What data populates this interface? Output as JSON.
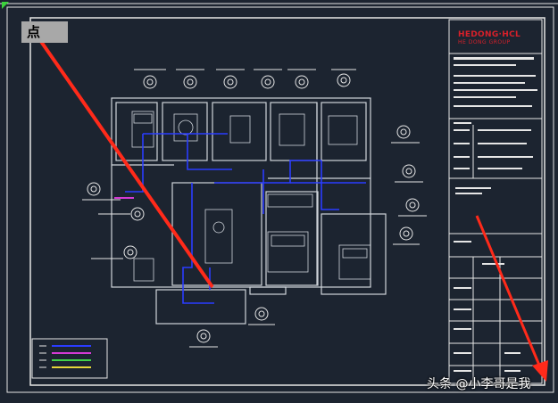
{
  "app": {
    "corner_label": "点",
    "logo_text": "HEDONG·HCL",
    "logo_sub": "HE DONG GROUP",
    "watermark": "头条 @小李哥是我"
  },
  "colors": {
    "background": "#1c2430",
    "frame": "#e6e6e6",
    "wall": "#cfd4da",
    "wiring": "#2a3cff",
    "annotation_arrow": "#ff2a1a",
    "logo": "#d8202a",
    "label_tag": "#a8a8a8",
    "legend_yellow": "#e5d73a",
    "legend_green": "#41d24a",
    "legend_magenta": "#d43ad4"
  },
  "icons": [
    "ucs-corner-icon",
    "light-fixture-icon",
    "annotation-arrow-icon"
  ]
}
